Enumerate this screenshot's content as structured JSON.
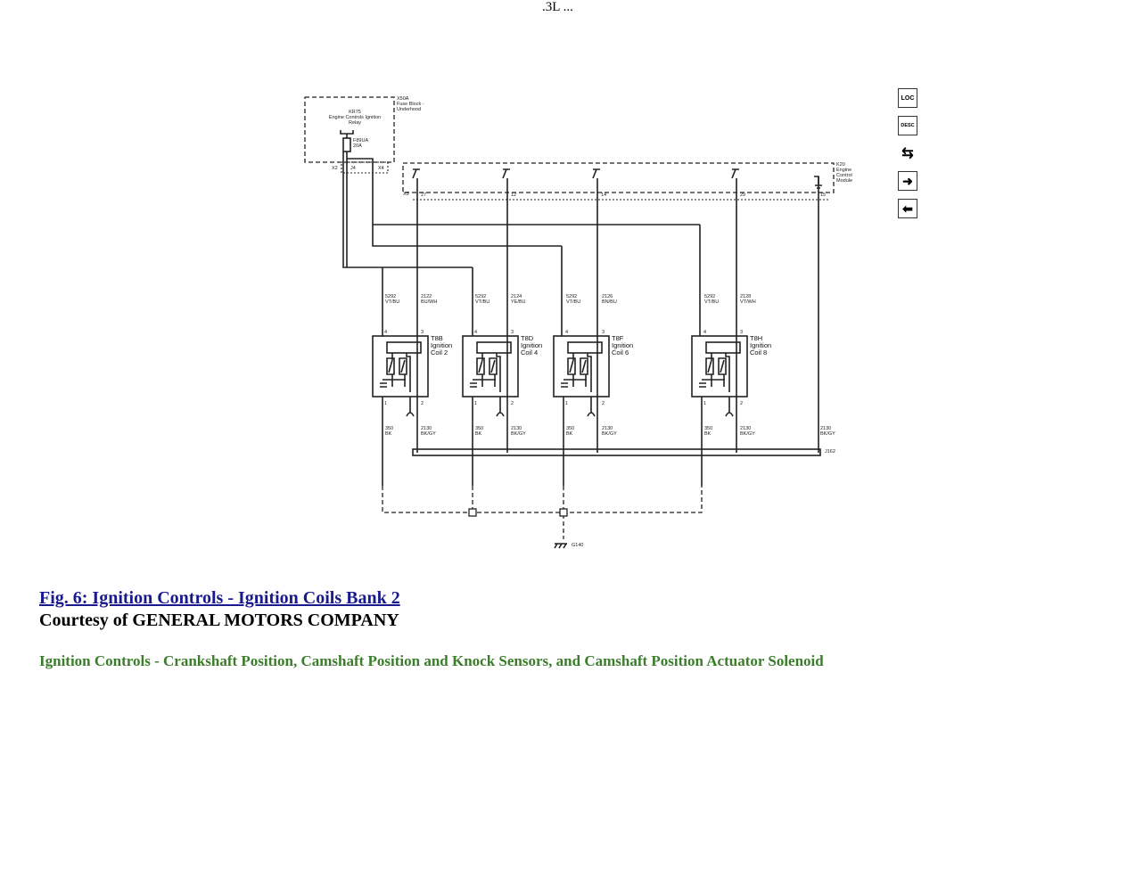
{
  "header": {
    "title": ".3L ..."
  },
  "diagram": {
    "fuse_block": {
      "id": "X50A",
      "name_line1": "Fuse Block -",
      "name_line2": "Underhood"
    },
    "relay": {
      "id": "KR75",
      "name_line1": "Engine Controls Ignition",
      "name_line2": "Relay"
    },
    "fuse": {
      "id": "F89UA",
      "rating": "20A"
    },
    "connectors": {
      "x2": "X2",
      "j4": "J4",
      "x4": "X4",
      "x3": "X3"
    },
    "ecm": {
      "id": "K20",
      "name_line1": "Engine",
      "name_line2": "Control",
      "name_line3": "Module"
    },
    "ecm_pins": [
      "27",
      "12",
      "14",
      "29",
      "15"
    ],
    "coils": [
      {
        "id": "T8B",
        "l1": "Ignition",
        "l2": "Coil 2",
        "feed_circuit": "5292",
        "feed_color": "VT/BU",
        "ctrl_circuit": "2122",
        "ctrl_color": "BU/WH",
        "pin4": "4",
        "pin3": "3",
        "pin1": "1",
        "pin2": "2",
        "gnd_circuit": "350",
        "gnd_color": "BK",
        "ret_circuit": "2130",
        "ret_color": "BK/GY"
      },
      {
        "id": "T8D",
        "l1": "Ignition",
        "l2": "Coil 4",
        "feed_circuit": "5292",
        "feed_color": "VT/BU",
        "ctrl_circuit": "2124",
        "ctrl_color": "YE/BU",
        "pin4": "4",
        "pin3": "3",
        "pin1": "1",
        "pin2": "2",
        "gnd_circuit": "350",
        "gnd_color": "BK",
        "ret_circuit": "2130",
        "ret_color": "BK/GY"
      },
      {
        "id": "T8F",
        "l1": "Ignition",
        "l2": "Coil 6",
        "feed_circuit": "5292",
        "feed_color": "VT/BU",
        "ctrl_circuit": "2126",
        "ctrl_color": "BN/BU",
        "pin4": "4",
        "pin3": "3",
        "pin1": "1",
        "pin2": "2",
        "gnd_circuit": "350",
        "gnd_color": "BK",
        "ret_circuit": "2130",
        "ret_color": "BK/GY"
      },
      {
        "id": "T8H",
        "l1": "Ignition",
        "l2": "Coil 8",
        "feed_circuit": "5292",
        "feed_color": "VT/BU",
        "ctrl_circuit": "2128",
        "ctrl_color": "VT/WH",
        "pin4": "4",
        "pin3": "3",
        "pin1": "1",
        "pin2": "2",
        "gnd_circuit": "350",
        "gnd_color": "BK",
        "ret_circuit": "2130",
        "ret_color": "BK/GY"
      }
    ],
    "ecm_ground": {
      "circuit": "2130",
      "color": "BK/GY"
    },
    "splice": "J162",
    "ground": "G140"
  },
  "side_buttons": [
    {
      "icon": "loc-icon",
      "label": "LOC"
    },
    {
      "icon": "desc-icon",
      "label": "DESC"
    },
    {
      "icon": "connector-icon",
      "label": ""
    },
    {
      "icon": "arrow-right-icon",
      "label": ""
    },
    {
      "icon": "arrow-left-icon",
      "label": ""
    }
  ],
  "captions": {
    "figure": "Fig. 6: Ignition Controls - Ignition Coils Bank 2",
    "courtesy": "Courtesy of GENERAL MOTORS COMPANY",
    "next_link": "Ignition Controls - Crankshaft Position, Camshaft Position and Knock Sensors, and Camshaft Position Actuator Solenoid"
  }
}
